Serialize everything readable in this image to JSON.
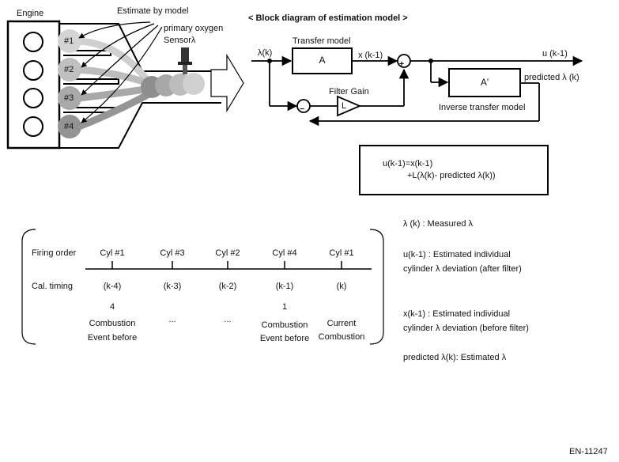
{
  "engine": {
    "label": "Engine",
    "estimate_label": "Estimate by model",
    "cylinders": [
      "#1",
      "#2",
      "#3",
      "#4"
    ],
    "sensor_label_line1": "primary oxygen",
    "sensor_label_line2": "Sensorλ"
  },
  "block_diagram": {
    "title": "< Block diagram of estimation model >",
    "input_label": "λ(k)",
    "transfer_model_label": "Transfer model",
    "transfer_block": "A",
    "x_signal": "x (k-1)",
    "output_label": "u  (k-1)",
    "filter_gain_label": "Filter Gain",
    "filter_block": "L",
    "inverse_block": "A'",
    "predicted_label": "predicted λ (k)",
    "inverse_model_label": "Inverse transfer model",
    "sum_sign": "+",
    "diff_sign": "−"
  },
  "equation": {
    "line1": "u(k-1)=x(k-1)",
    "line2": "+L(λ(k)- predicted λ(k))"
  },
  "timing": {
    "firing_order_label": "Firing order",
    "cal_timing_label": "Cal. timing",
    "cylinders": [
      "Cyl #1",
      "Cyl #3",
      "Cyl #2",
      "Cyl #4",
      "Cyl #1"
    ],
    "timings": [
      "(k-4)",
      "(k-3)",
      "(k-2)",
      "(k-1)",
      "(k)"
    ],
    "notes": {
      "n1_count": "4",
      "n1_line1": "Combustion",
      "n1_line2": "Event before",
      "dots1": "...",
      "dots2": "...",
      "n4_count": "1",
      "n4_line1": "Combustion",
      "n4_line2": "Event before",
      "n5_line1": "Current",
      "n5_line2": "Combustion"
    }
  },
  "legend": {
    "measured": "λ (k)  : Measured λ",
    "u_line1": "u(k-1) : Estimated individual",
    "u_line2": "cylinder λ deviation (after filter)",
    "x_line1": "x(k-1) : Estimated individual",
    "x_line2": "cylinder λ deviation (before filter)",
    "predicted": "predicted λ(k): Estimated λ"
  },
  "figure_id": "EN-11247"
}
